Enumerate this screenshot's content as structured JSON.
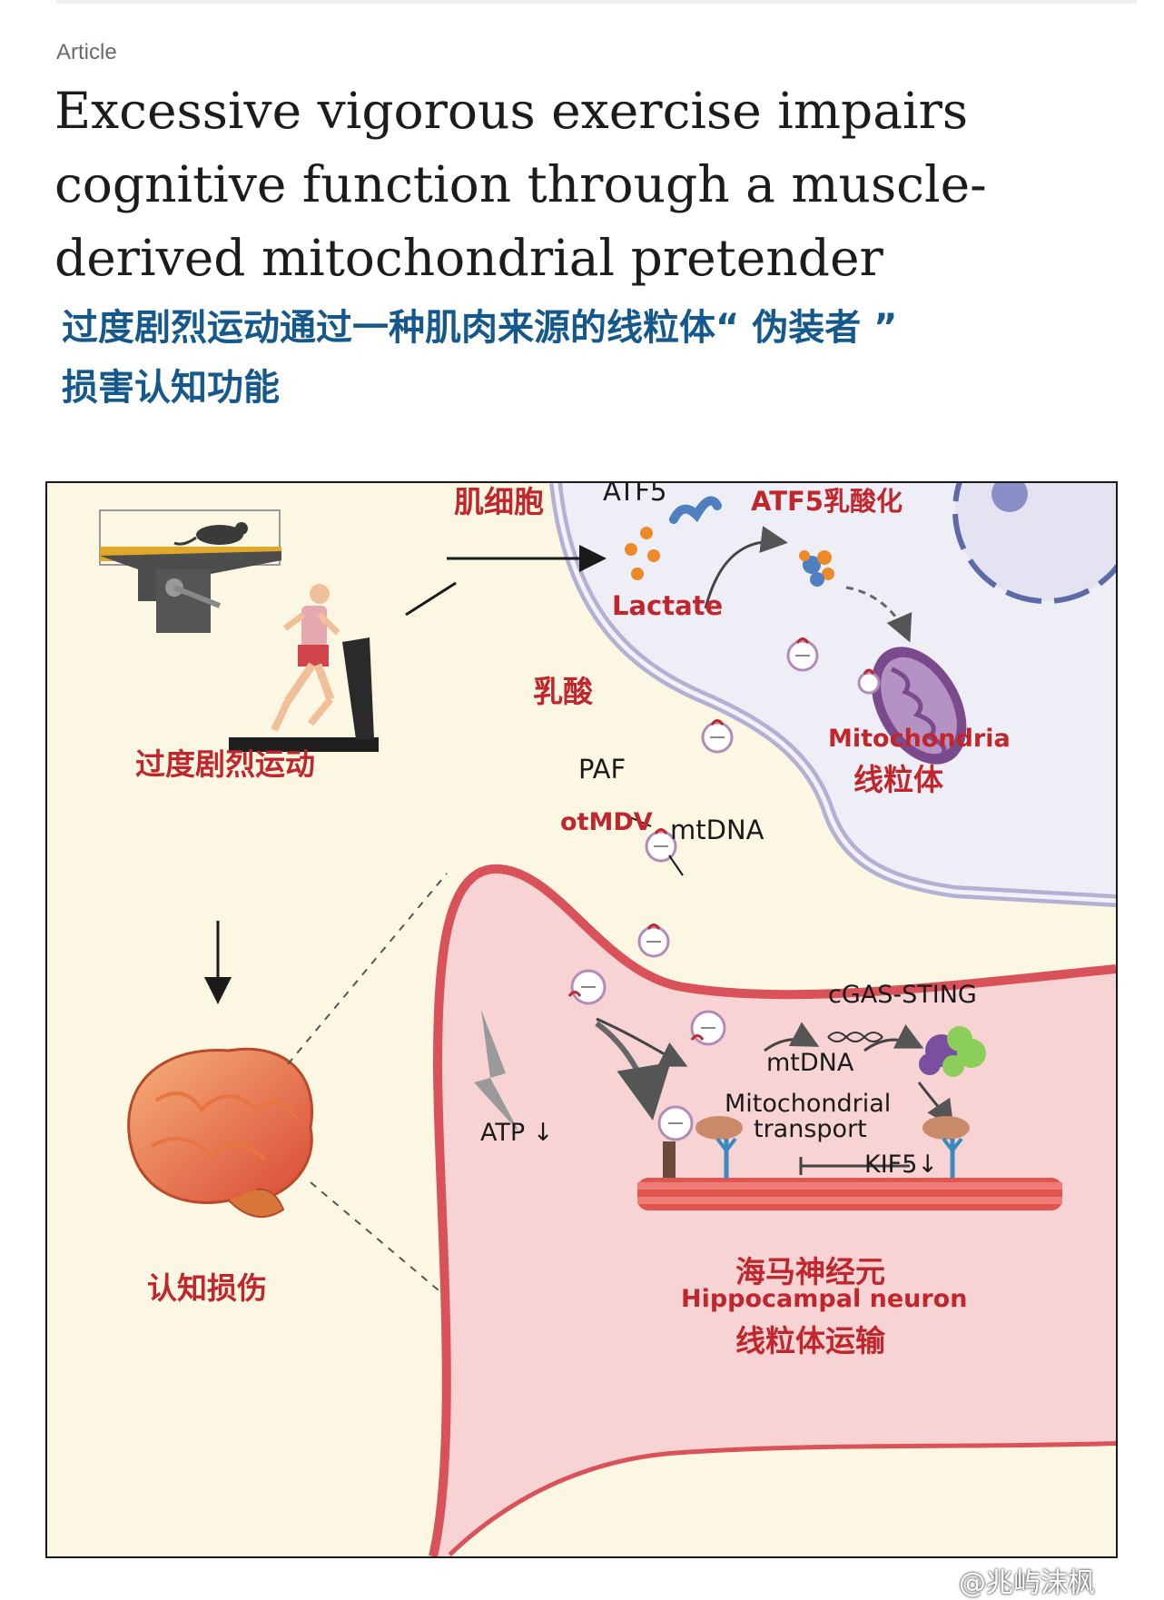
{
  "header": {
    "article_label": "Article",
    "title_lines": [
      "Excessive vigorous exercise impairs",
      "cognitive function through a muscle-",
      "derived mitochondrial pretender"
    ],
    "subtitle_lines": [
      "过度剧烈运动通过一种肌肉来源的线粒体“ 伪装者 ”",
      "损害认知功能"
    ]
  },
  "figure": {
    "muscle_cell": "肌细胞",
    "atf5": "ATF5",
    "atf5_lactylation": "ATF5乳酸化",
    "lactate": "Lactate",
    "lactic_acid": "乳酸",
    "mitochondria_en": "Mitochondria",
    "mitochondria_cn": "线粒体",
    "excessive_exercise": "过度剧烈运动",
    "paf": "PAF",
    "otmdv": "otMDV",
    "mtdna": "mtDNA",
    "cgas_sting": "cGAS-STING",
    "mtdna_neuron": "mtDNA",
    "mito_transport_1": "Mitochondrial",
    "mito_transport_2": "transport",
    "atp": "ATP",
    "kif5": "KIF5",
    "cognitive_impairment": "认知损伤",
    "hippocampal_cn": "海马神经元",
    "hippocampal_en": "Hippocampal neuron",
    "mito_transport_cn": "线粒体运输",
    "down_arrow": "↓"
  },
  "watermark": "@兆屿沫枫",
  "colors": {
    "title_text": "#1c1c1c",
    "subtitle_text": "#15588c",
    "figure_bg": "#fbf7e3",
    "label_red": "#c0262c",
    "neuron_fill": "#f7d3d3",
    "neuron_stroke": "#d9525a",
    "cell_fill": "#eeeef6",
    "cell_stroke": "#b3b0d3"
  }
}
